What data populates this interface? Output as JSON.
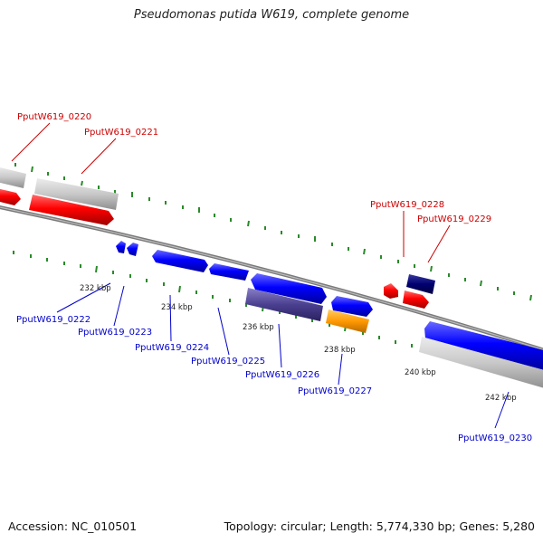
{
  "title": "Pseudomonas putida W619, complete genome",
  "footer": {
    "accession": "Accession: NC_010501",
    "summary": "Topology: circular; Length: 5,774,330 bp; Genes: 5,280"
  },
  "colors": {
    "backbone": "#7a7a7a",
    "tick": "#2a8a2a",
    "forward_label": "#cc0000",
    "reverse_label": "#0000cc",
    "red_gene": "#ff0000",
    "blue_gene": "#0000ff",
    "grey_gene": "#c8c8c8",
    "purple_gene": "#4a4090",
    "orange_gene": "#ff9900",
    "navy_gene": "#000070"
  },
  "scale_labels": [
    "232 kbp",
    "234 kbp",
    "236 kbp",
    "238 kbp",
    "240 kbp",
    "242 kbp"
  ],
  "gene_labels_top": [
    "PputW619_0220",
    "PputW619_0221",
    "PputW619_0228",
    "PputW619_0229"
  ],
  "gene_labels_bottom": [
    "PputW619_0222",
    "PputW619_0223",
    "PputW619_0224",
    "PputW619_0225",
    "PputW619_0226",
    "PputW619_0227",
    "PputW619_0230"
  ]
}
